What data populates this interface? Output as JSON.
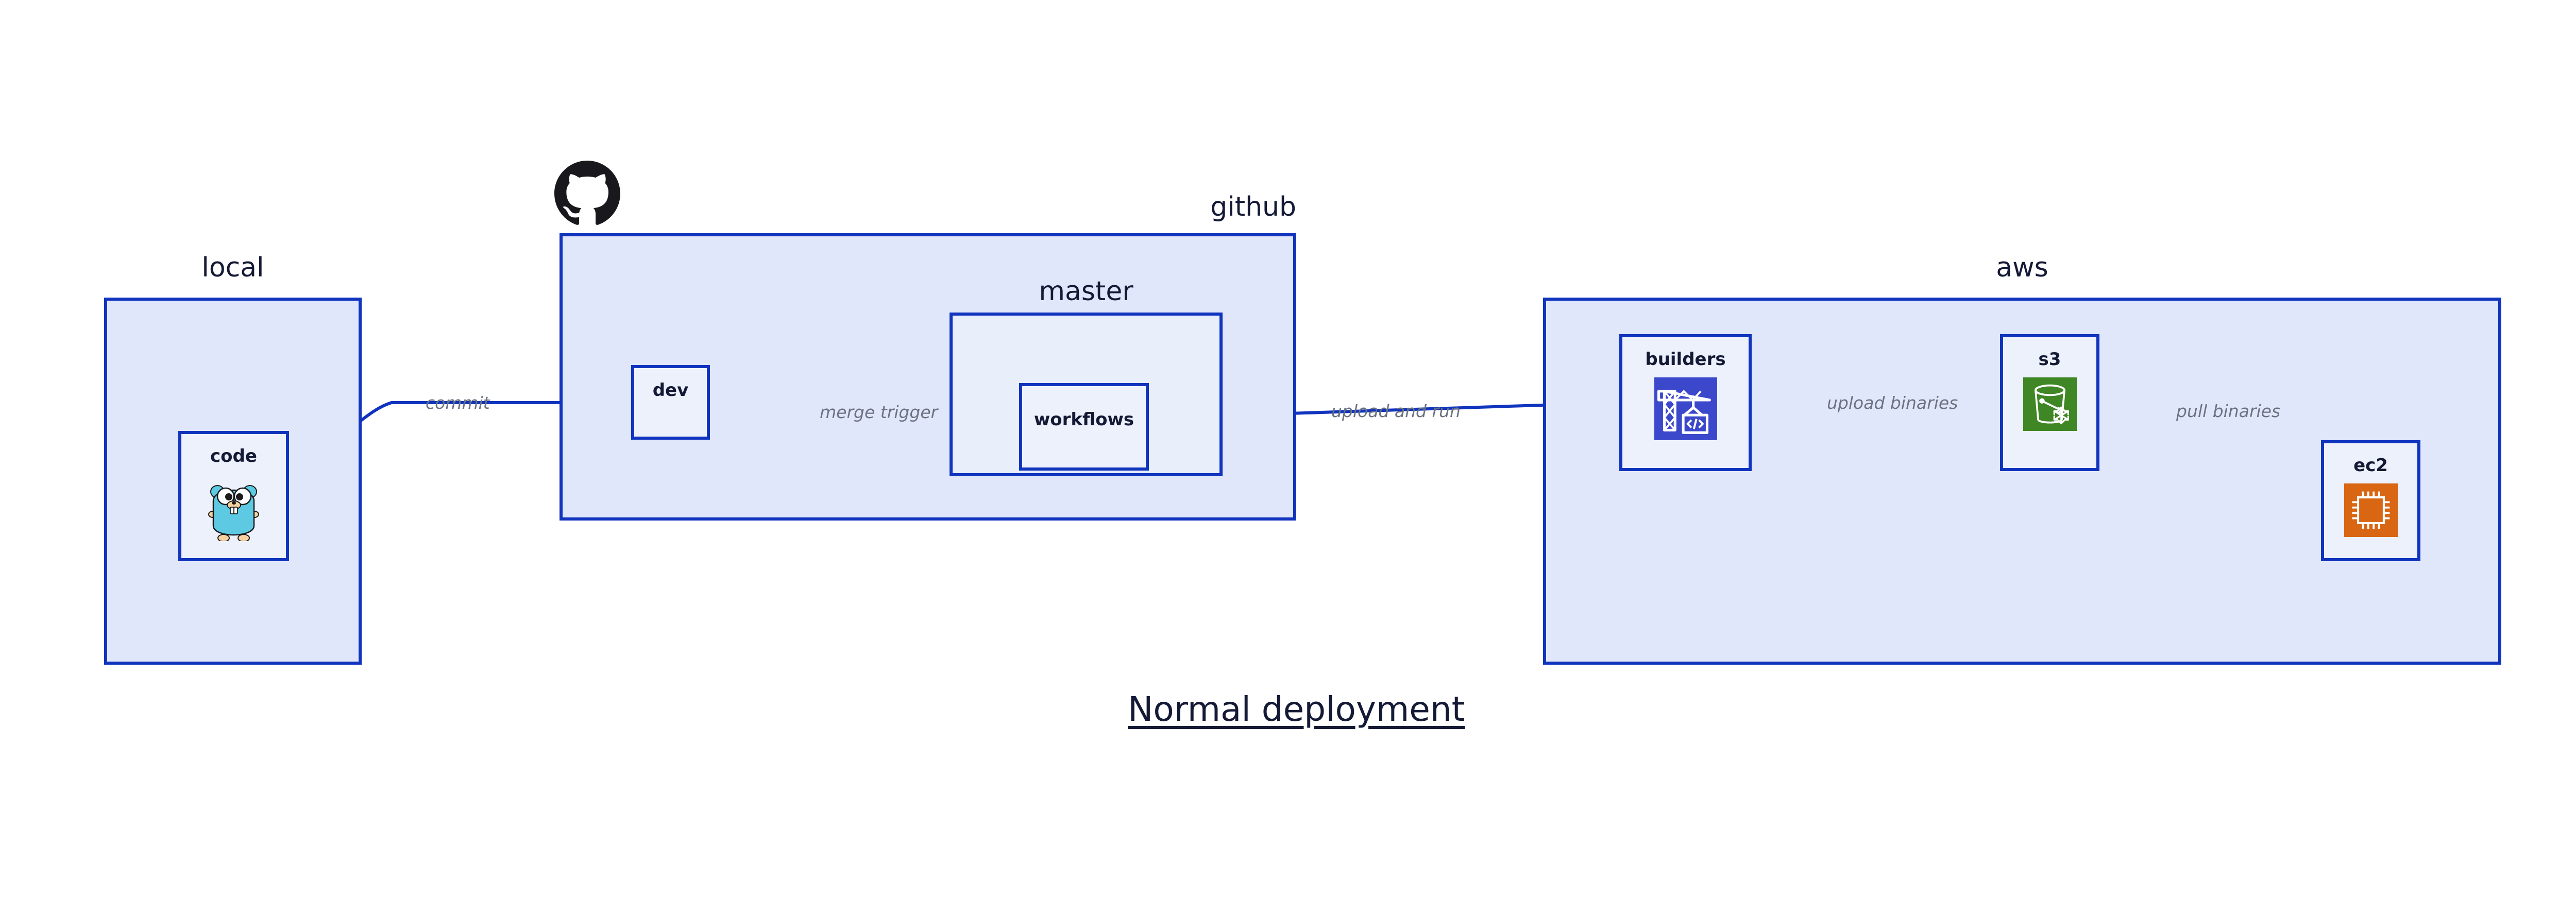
{
  "diagram": {
    "title": "Normal deployment",
    "background_color": "#ffffff",
    "accent_color": "#1034bd",
    "group_fill": "#e1e7fa",
    "group_fill_inner": "#e9eefb",
    "node_fill": "#edf1fc",
    "label_color": "#141a35",
    "edge_label_color": "#6b7280"
  },
  "groups": [
    {
      "key": "local",
      "label": "local",
      "label_align": "center"
    },
    {
      "key": "github",
      "label": "github",
      "label_align": "right"
    },
    {
      "key": "master",
      "label": "master",
      "label_align": "center"
    },
    {
      "key": "aws",
      "label": "aws",
      "label_align": "center"
    }
  ],
  "nodes": [
    {
      "key": "code",
      "label": "code",
      "icon": "go-gopher-icon",
      "icon_color": "#5dc9e2"
    },
    {
      "key": "dev",
      "label": "dev",
      "icon": "none",
      "icon_color": ""
    },
    {
      "key": "workflows",
      "label": "workflows",
      "icon": "none",
      "icon_color": ""
    },
    {
      "key": "builders",
      "label": "builders",
      "icon": "aws-codebuild-icon",
      "icon_color": "#3b48cc"
    },
    {
      "key": "s3",
      "label": "s3",
      "icon": "aws-s3-glacier-icon",
      "icon_color": "#3f8624"
    },
    {
      "key": "ec2",
      "label": "ec2",
      "icon": "aws-ec2-icon",
      "icon_color": "#d86613"
    }
  ],
  "edges": [
    {
      "key": "commit",
      "label": "commit",
      "from": "code",
      "to": "dev"
    },
    {
      "key": "merge-trigger",
      "label": "merge trigger",
      "from": "dev",
      "to": "workflows"
    },
    {
      "key": "upload-and-run",
      "label": "upload and run",
      "from": "workflows",
      "to": "builders"
    },
    {
      "key": "upload-binaries",
      "label": "upload binaries",
      "from": "builders",
      "to": "s3"
    },
    {
      "key": "pull-binaries",
      "label": "pull binaries",
      "from": "s3",
      "to": "ec2"
    }
  ],
  "logos": [
    {
      "key": "github-logo",
      "name": "github-octocat-logo",
      "color": "#19191d"
    }
  ]
}
